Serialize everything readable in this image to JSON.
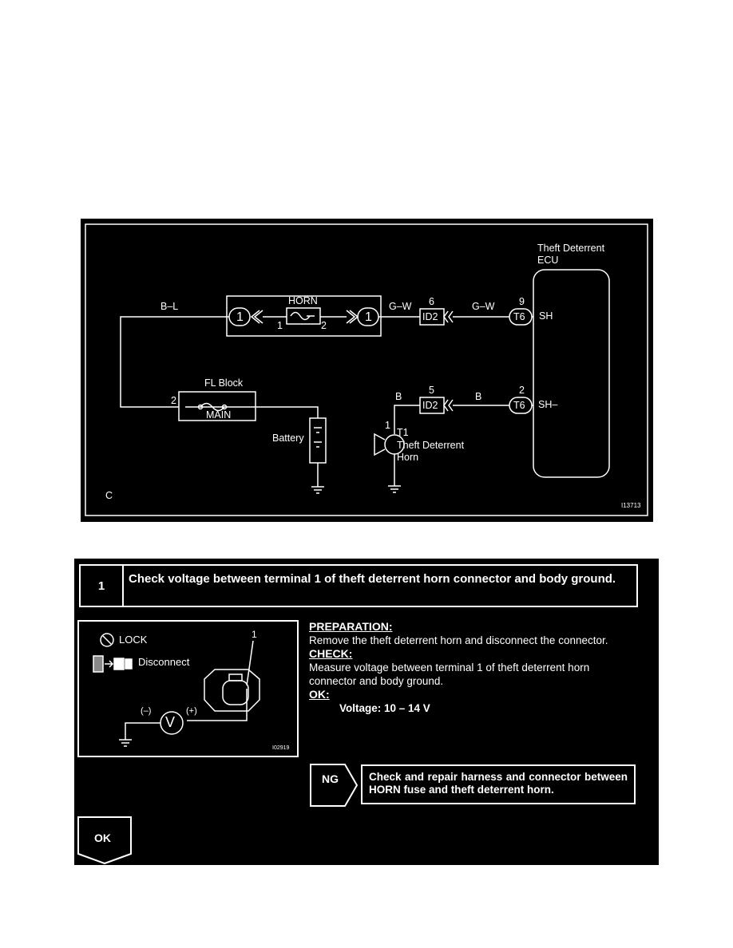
{
  "diagram": {
    "ecu_title_1": "Theft Deterrent",
    "ecu_title_2": "ECU",
    "wire_bl": "B–L",
    "horn_fuse": "HORN",
    "conn_1a": "1",
    "conn_1b": "1",
    "fuse_pin1": "1",
    "fuse_pin2": "2",
    "wire_gw1": "G–W",
    "id2_top_pin": "6",
    "id2_label_top": "ID2",
    "wire_gw2": "G–W",
    "t6_top_pin": "9",
    "t6_label_top": "T6",
    "sh": "SH",
    "fl_block": "FL Block",
    "fl_pin": "2",
    "main": "MAIN",
    "battery": "Battery",
    "wire_b1": "B",
    "id2_bottom_pin": "5",
    "id2_label_bottom": "ID2",
    "wire_b2": "B",
    "t6_bottom_pin": "2",
    "t6_label_bottom": "T6",
    "sh_minus": "SH–",
    "horn_pin": "1",
    "horn_code": "T1",
    "horn_name_1": "Theft Deterrent",
    "horn_name_2": "Horn",
    "corner_c": "C",
    "figure_id": "I13713"
  },
  "procedure": {
    "step_number": "1",
    "step_title": "Check voltage between terminal 1 of theft deterrent horn connector and body ground.",
    "inset": {
      "lock": "LOCK",
      "disconnect": "Disconnect",
      "terminal": "1",
      "minus": "(–)",
      "plus": "(+)",
      "meter": "V",
      "figure_id": "I02919"
    },
    "preparation_head": "PREPARATION:",
    "preparation_text": "Remove the theft deterrent horn and disconnect the connector.",
    "check_head": "CHECK:",
    "check_text": "Measure voltage between terminal 1 of theft deterrent horn connector and body ground.",
    "ok_head": "OK:",
    "ok_value": "Voltage: 10 – 14 V",
    "ng_label": "NG",
    "ng_action": "Check and repair harness and connector between HORN fuse and theft deterrent horn.",
    "ok_label": "OK"
  }
}
